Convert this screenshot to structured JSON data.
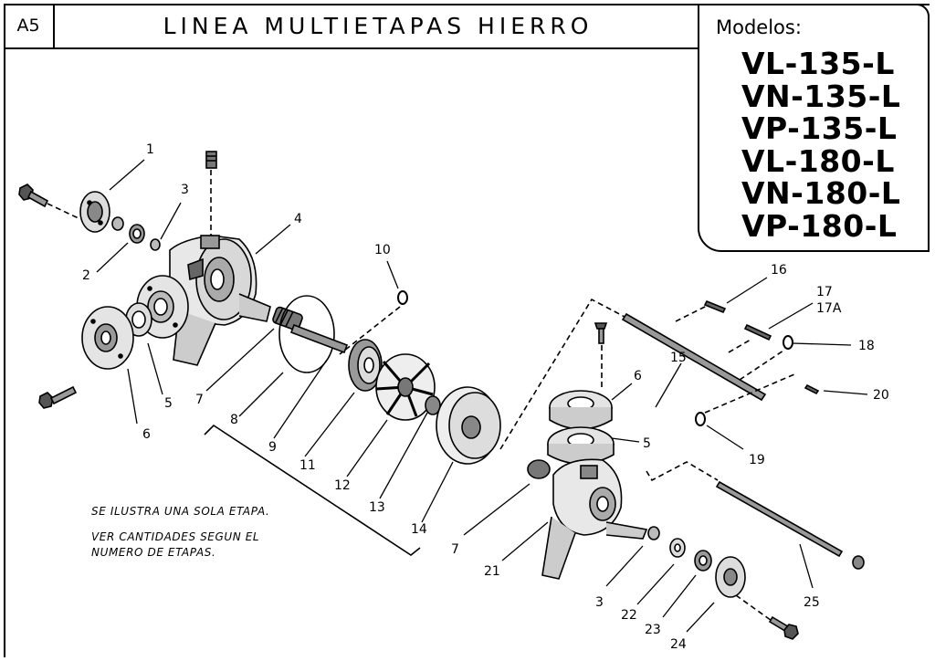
{
  "header": {
    "code": "A5",
    "title": "LINEA MULTIETAPAS HIERRO"
  },
  "models": {
    "label": "Modelos:",
    "items": [
      "VL-135-L",
      "VN-135-L",
      "VP-135-L",
      "VL-180-L",
      "VN-180-L",
      "VP-180-L"
    ]
  },
  "notes": {
    "stage": "SE ILUSTRA UNA SOLA ETAPA.",
    "quantity_line1": "VER CANTIDADES SEGUN EL",
    "quantity_line2": "NUMERO DE ETAPAS."
  },
  "parts": {
    "p1": "1",
    "p2": "2",
    "p3_left": "3",
    "p4": "4",
    "p5_left": "5",
    "p6_left": "6",
    "p7_left": "7",
    "p8": "8",
    "p9": "9",
    "p10": "10",
    "p11": "11",
    "p12": "12",
    "p13": "13",
    "p14": "14",
    "p15": "15",
    "p16": "16",
    "p17": "17",
    "p17a": "17A",
    "p18": "18",
    "p19": "19",
    "p20": "20",
    "p6_right": "6",
    "p5_right": "5",
    "p7_right": "7",
    "p21": "21",
    "p3_right": "3",
    "p22": "22",
    "p23": "23",
    "p24": "24",
    "p25": "25"
  }
}
